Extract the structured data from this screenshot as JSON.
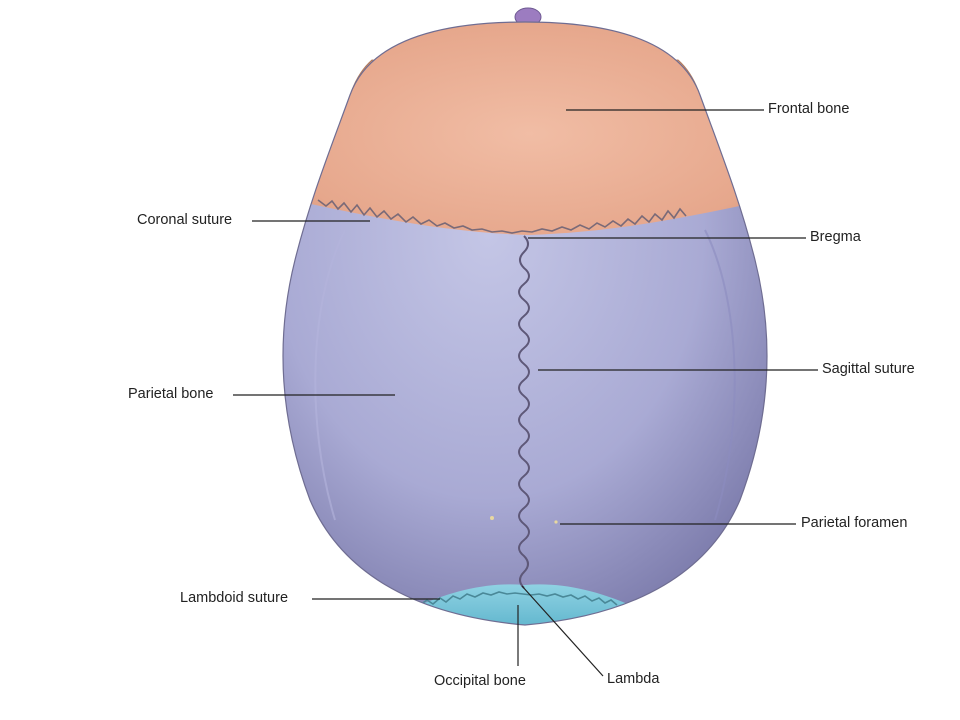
{
  "diagram": {
    "labels": {
      "frontal_bone": "Frontal bone",
      "coronal_suture": "Coronal suture",
      "bregma": "Bregma",
      "sagittal_suture": "Sagittal suture",
      "parietal_bone": "Parietal bone",
      "parietal_foramen": "Parietal foramen",
      "lambdoid_suture": "Lambdoid suture",
      "occipital_bone": "Occipital bone",
      "lambda": "Lambda"
    },
    "colors": {
      "frontal": "#e9ac93",
      "parietal": "#9c9cc8",
      "occipital": "#6cc0d6",
      "temporal": "#d99a78",
      "nasal_tip": "#9c7cc0",
      "leader_line": "#222222"
    }
  }
}
